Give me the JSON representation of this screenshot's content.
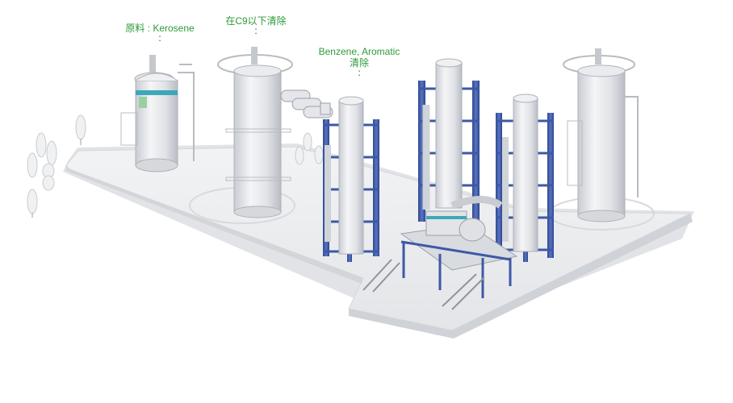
{
  "callouts": {
    "feed": {
      "line1": "原料 : Kerosene",
      "dot": ":"
    },
    "c9": {
      "line1": "在C9以下清除",
      "dot": ":"
    },
    "benzene": {
      "line1": "Benzene, Aromatic",
      "line2": "清除",
      "dot": ":"
    }
  },
  "colors": {
    "frame_blue": "#3d58a6",
    "label_green": "#2e9a3a",
    "vessel_teal": "#3ea7b9",
    "vessel_gray": "#e4e6ea",
    "platform": "#e9eaec"
  }
}
